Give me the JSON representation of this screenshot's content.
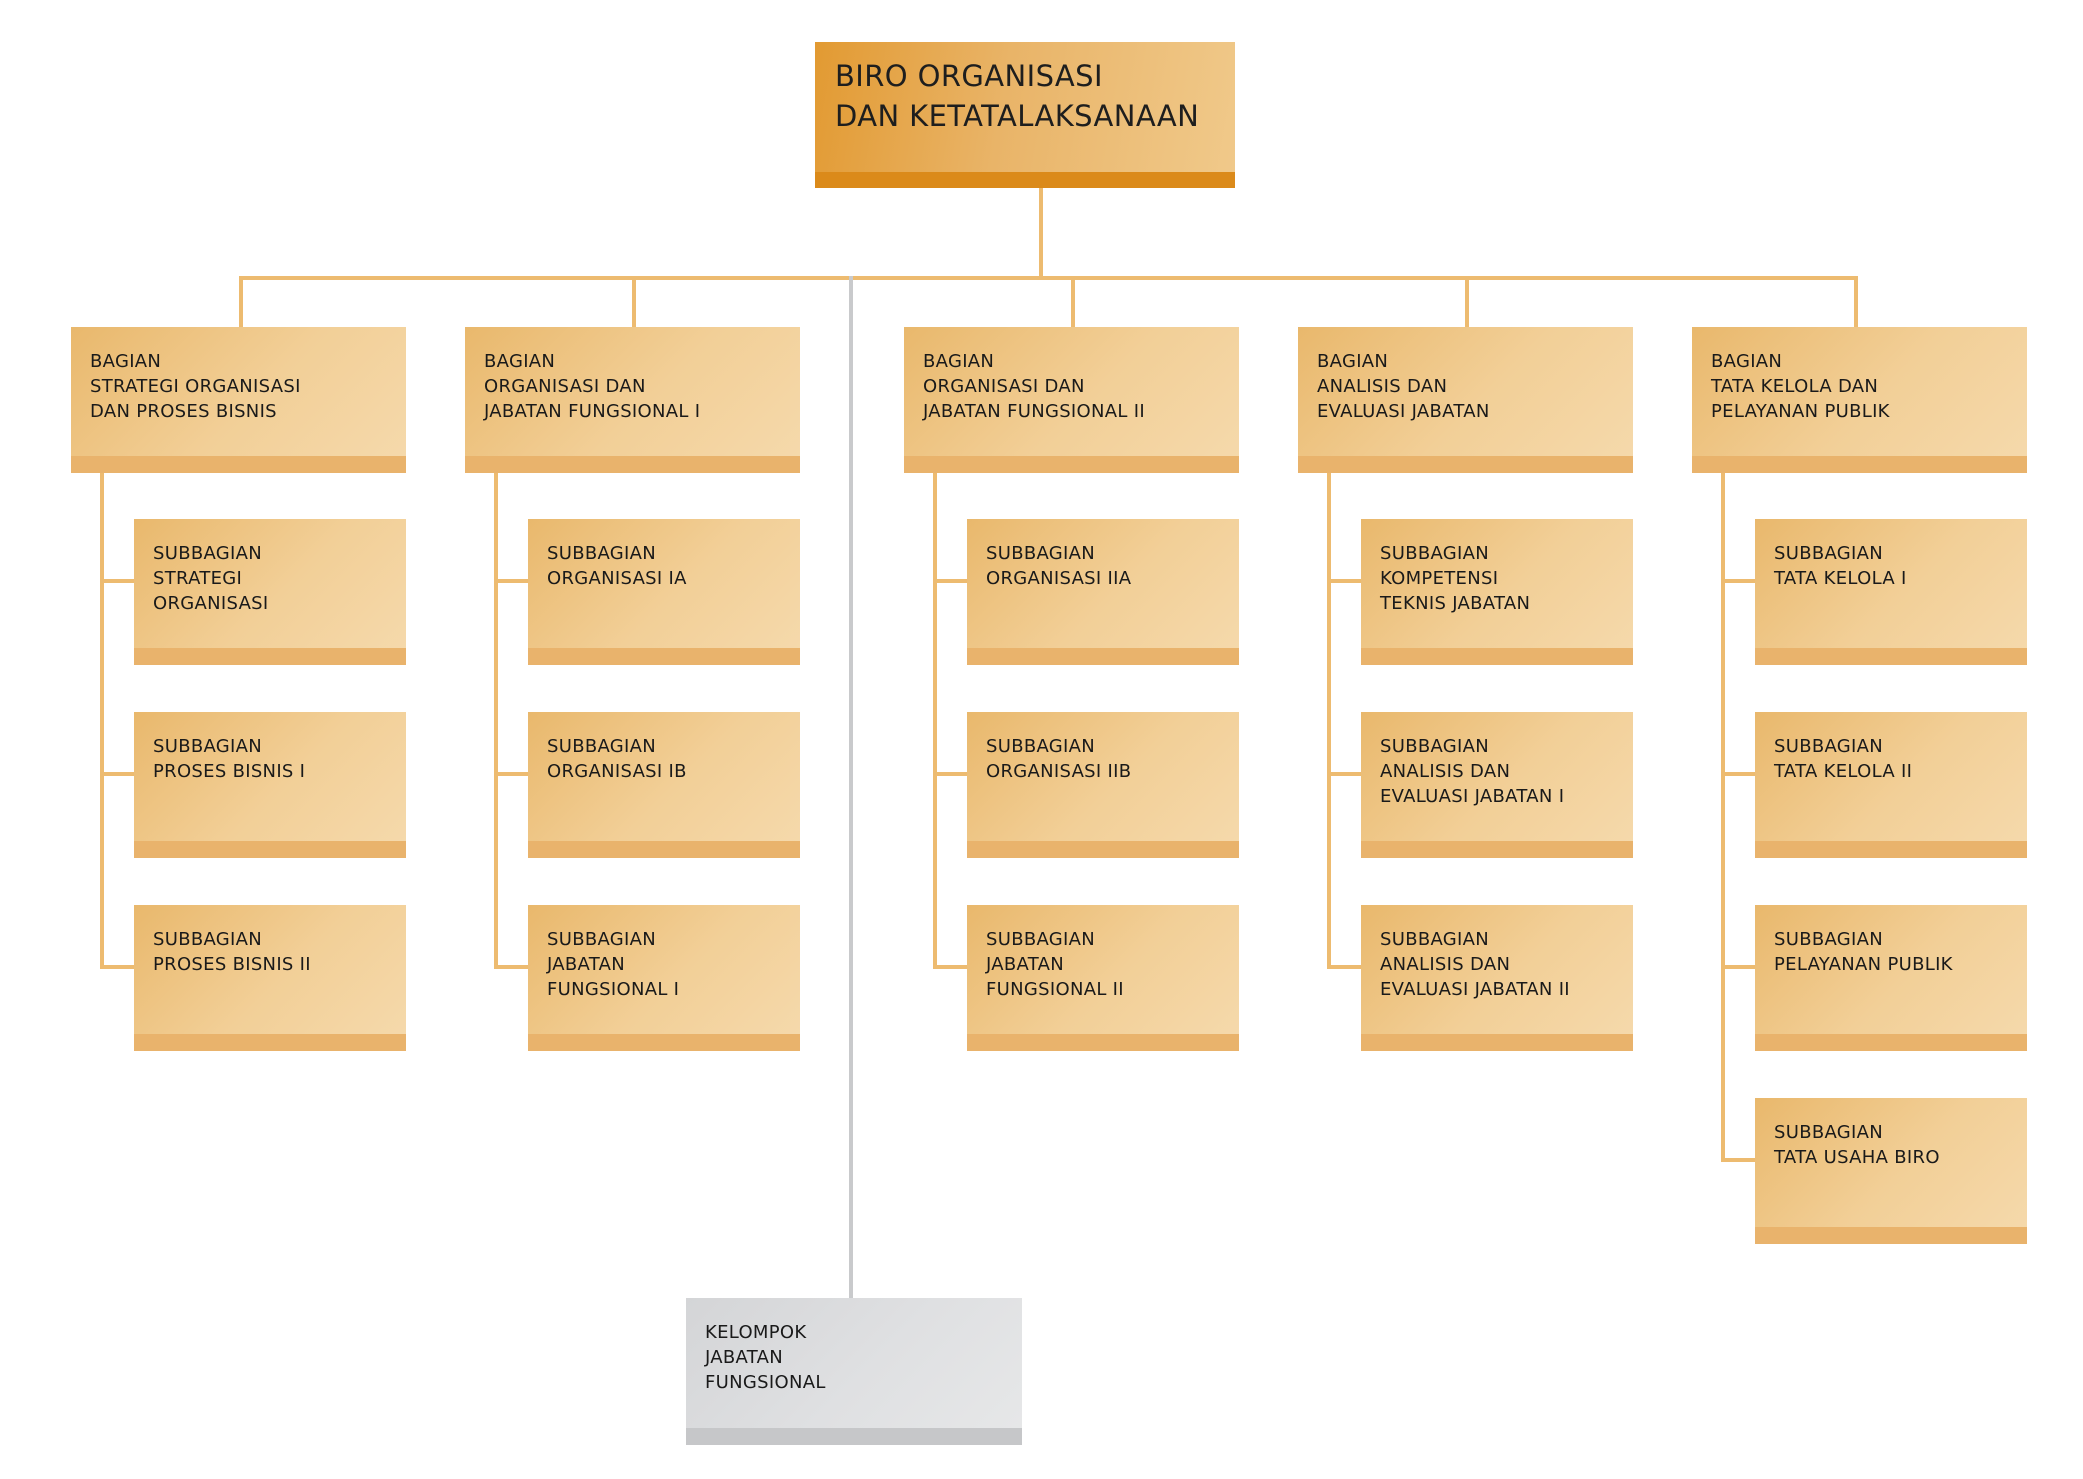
{
  "colors": {
    "connector": "#edbb70",
    "connector_gray": "#c9cacc",
    "head_accent": "#db8a1a",
    "box_accent": "#e9b36c"
  },
  "head": {
    "lines": [
      "BIRO ORGANISASI",
      "DAN KETATALAKSANAAN"
    ]
  },
  "bagian": [
    {
      "lines": [
        "BAGIAN",
        "STRATEGI ORGANISASI",
        "DAN PROSES BISNIS"
      ],
      "subs": [
        [
          "SUBBAGIAN",
          "STRATEGI",
          "ORGANISASI"
        ],
        [
          "SUBBAGIAN",
          "PROSES BISNIS I"
        ],
        [
          "SUBBAGIAN",
          "PROSES BISNIS II"
        ]
      ]
    },
    {
      "lines": [
        "BAGIAN",
        "ORGANISASI DAN",
        "JABATAN FUNGSIONAL I"
      ],
      "subs": [
        [
          "SUBBAGIAN",
          "ORGANISASI IA"
        ],
        [
          "SUBBAGIAN",
          "ORGANISASI IB"
        ],
        [
          "SUBBAGIAN",
          "JABATAN",
          "FUNGSIONAL I"
        ]
      ]
    },
    {
      "lines": [
        "BAGIAN",
        "ORGANISASI DAN",
        "JABATAN FUNGSIONAL II"
      ],
      "subs": [
        [
          "SUBBAGIAN",
          "ORGANISASI IIA"
        ],
        [
          "SUBBAGIAN",
          "ORGANISASI IIB"
        ],
        [
          "SUBBAGIAN",
          "JABATAN",
          "FUNGSIONAL II"
        ]
      ]
    },
    {
      "lines": [
        "BAGIAN",
        "ANALISIS DAN",
        "EVALUASI JABATAN"
      ],
      "subs": [
        [
          "SUBBAGIAN",
          "KOMPETENSI",
          "TEKNIS JABATAN"
        ],
        [
          "SUBBAGIAN",
          "ANALISIS DAN",
          "EVALUASI JABATAN I"
        ],
        [
          "SUBBAGIAN",
          "ANALISIS DAN",
          "EVALUASI JABATAN II"
        ]
      ]
    },
    {
      "lines": [
        "BAGIAN",
        "TATA KELOLA DAN",
        "PELAYANAN PUBLIK"
      ],
      "subs": [
        [
          "SUBBAGIAN",
          "TATA KELOLA I"
        ],
        [
          "SUBBAGIAN",
          "TATA KELOLA II"
        ],
        [
          "SUBBAGIAN",
          "PELAYANAN PUBLIK"
        ],
        [
          "SUBBAGIAN",
          "TATA USAHA BIRO"
        ]
      ]
    }
  ],
  "kelompok": {
    "lines": [
      "KELOMPOK",
      "JABATAN",
      "FUNGSIONAL"
    ]
  }
}
